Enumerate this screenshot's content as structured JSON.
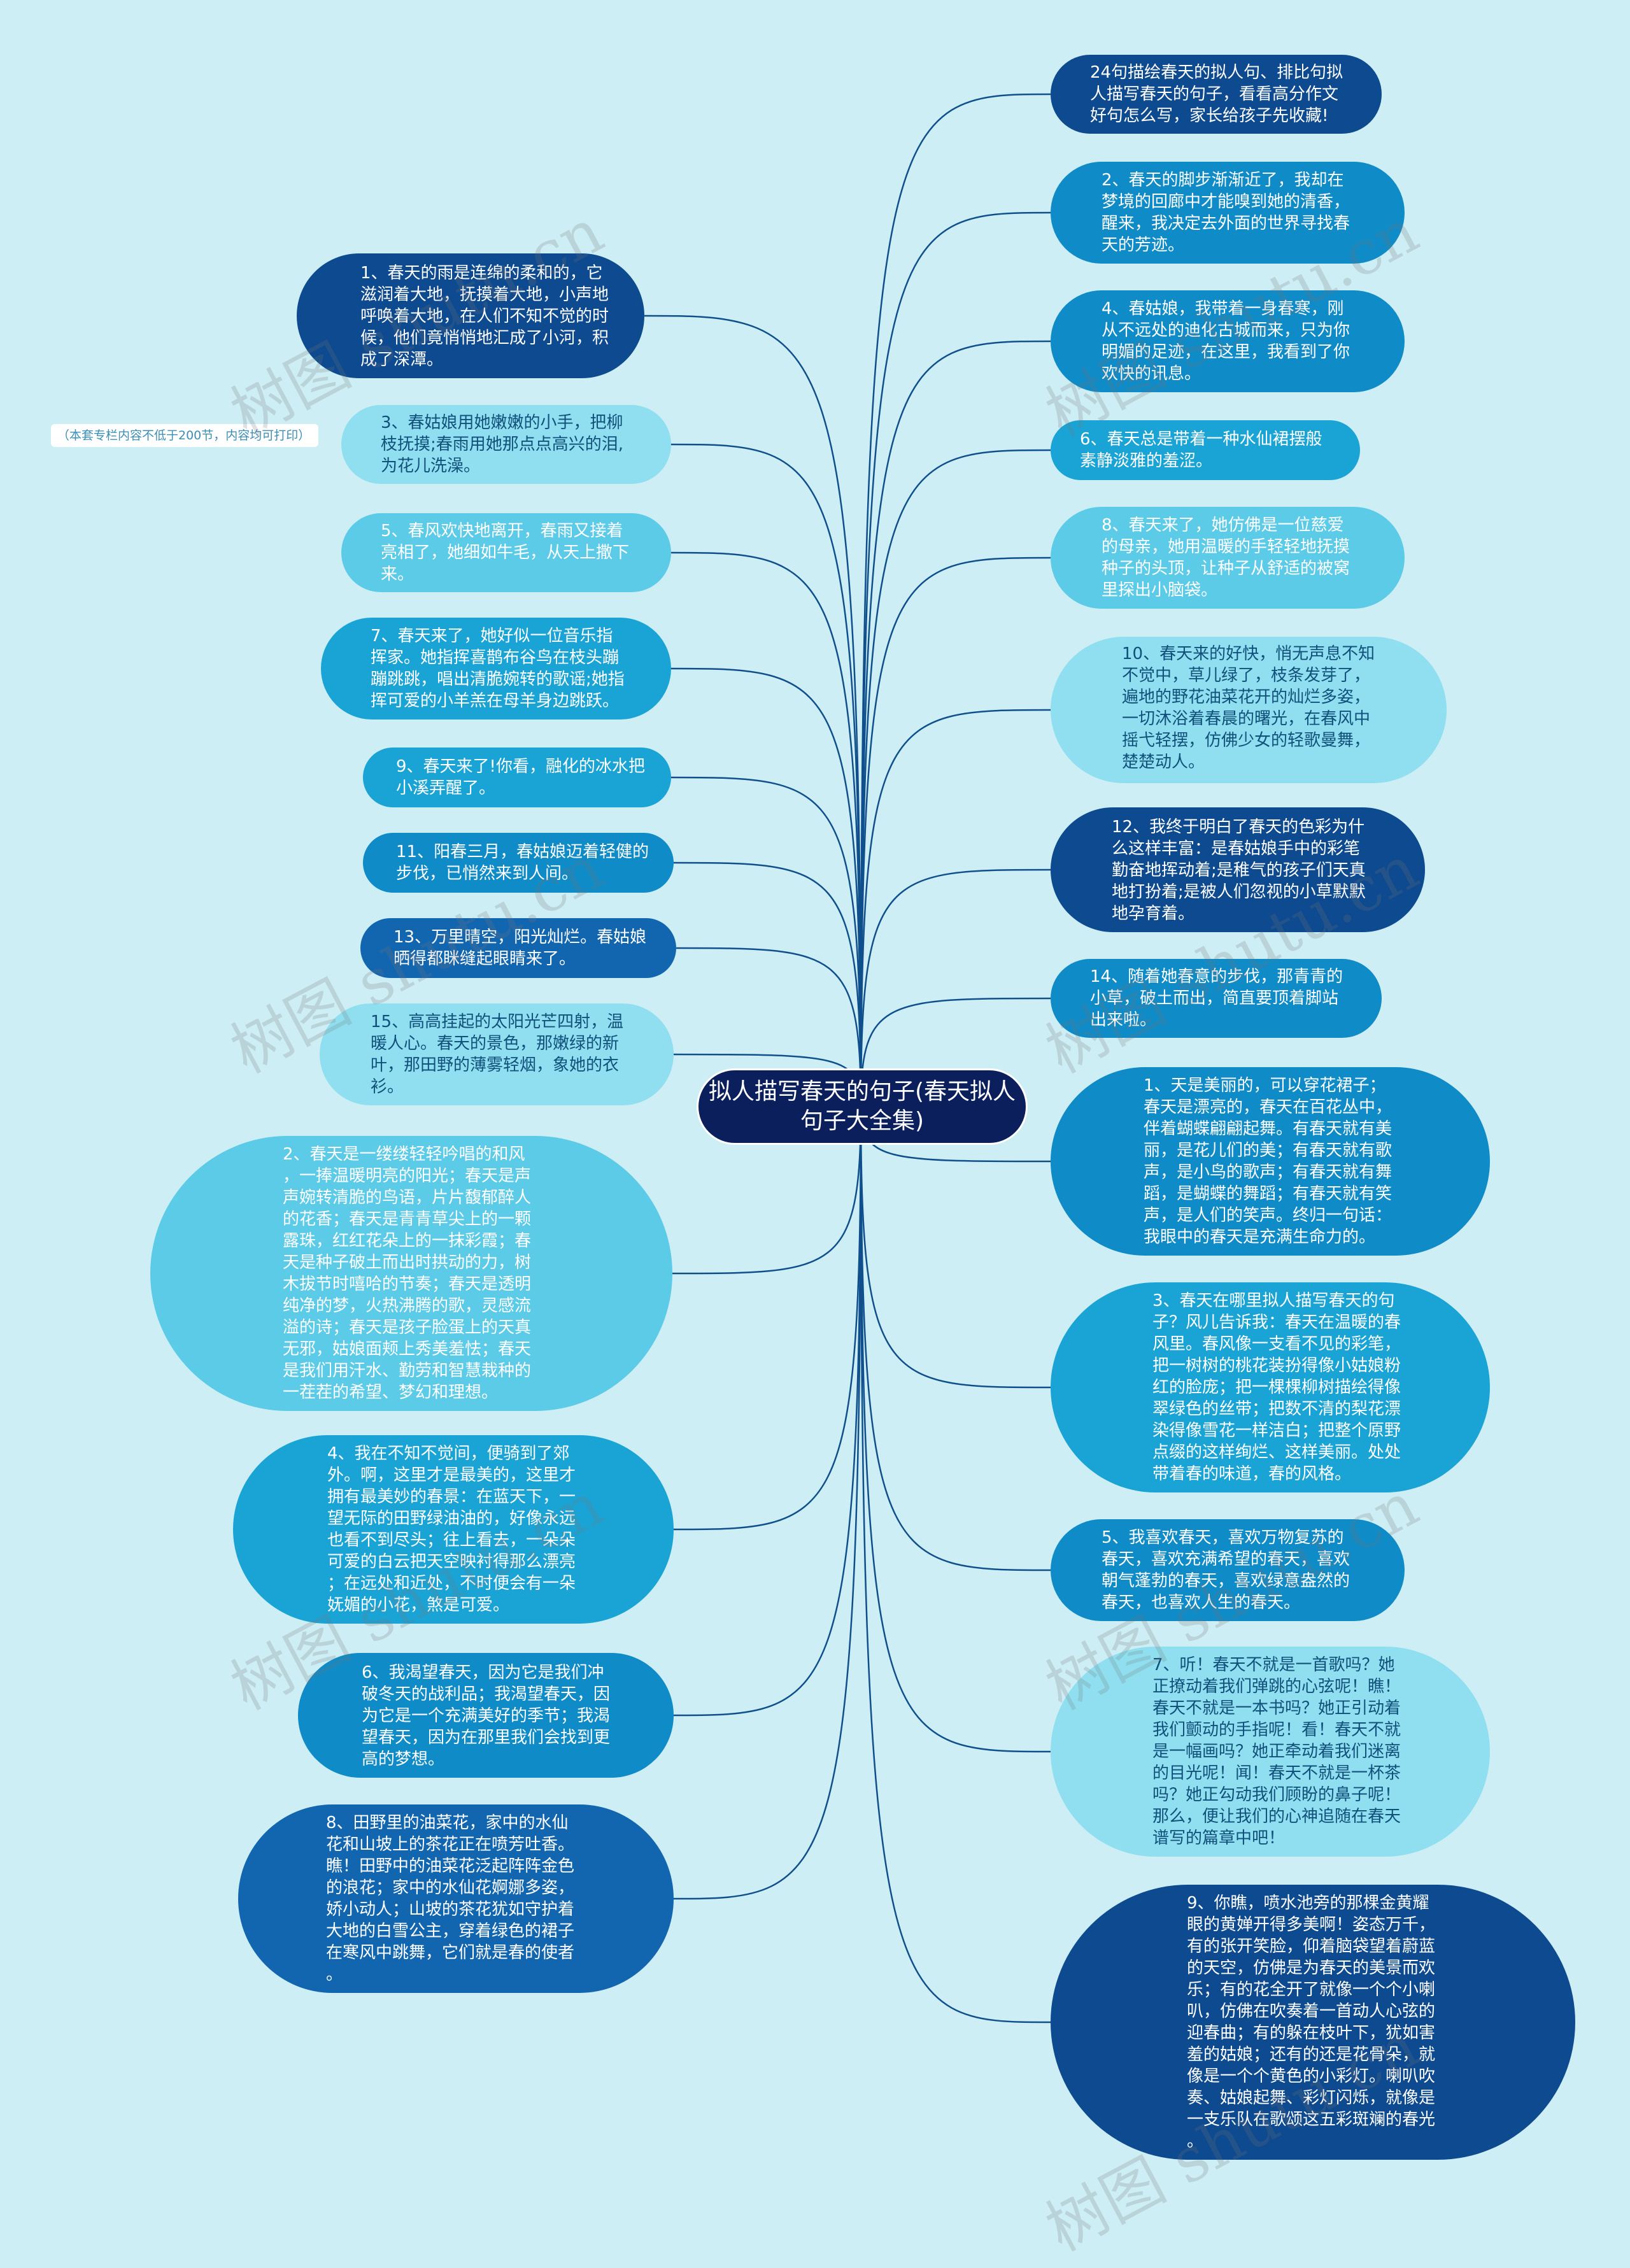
{
  "center": "拟人描写春天的句子(春天拟人句子大全集)",
  "note": "（本套专栏内容不低于200节，内容均可打印）",
  "watermark": "树图 shutu.cn",
  "colors": {
    "edge": "#0f4f8c",
    "center": "#0a1f5c"
  },
  "left_nodes": [
    {
      "text": "1、春天的雨是连绵的柔和的，它\n滋润着大地，抚摸着大地，小声地\n呼唤着大地，在人们不知不觉的时\n候，他们竟悄悄地汇成了小河，积\n成了深潭。"
    },
    {
      "text": "3、春姑娘用她嫩嫩的小手，把柳\n枝抚摸;春雨用她那点点高兴的泪,\n为花儿洗澡。"
    },
    {
      "text": "5、春风欢快地离开，春雨又接着\n亮相了，她细如牛毛，从天上撒下\n来。"
    },
    {
      "text": "7、春天来了，她好似一位音乐指\n挥家。她指挥喜鹊布谷鸟在枝头蹦\n蹦跳跳，唱出清脆婉转的歌谣;她指\n挥可爱的小羊羔在母羊身边跳跃。"
    },
    {
      "text": "9、春天来了!你看，融化的冰水把\n小溪弄醒了。"
    },
    {
      "text": "11、阳春三月，春姑娘迈着轻健的\n步伐，已悄然来到人间。"
    },
    {
      "text": "13、万里晴空，阳光灿烂。春姑娘\n晒得都眯缝起眼睛来了。"
    },
    {
      "text": "15、高高挂起的太阳光芒四射，温\n暖人心。春天的景色，那嫩绿的新\n叶，那田野的薄雾轻烟，象她的衣\n衫。"
    },
    {
      "text": "2、春天是一缕缕轻轻吟唱的和风\n，一捧温暖明亮的阳光；春天是声\n声婉转清脆的鸟语，片片馥郁醉人\n的花香；春天是青青草尖上的一颗\n露珠，红红花朵上的一抹彩霞；春\n天是种子破土而出时拱动的力，树\n木拔节时嘻哈的节奏；春天是透明\n纯净的梦，火热沸腾的歌，灵感流\n溢的诗；春天是孩子脸蛋上的天真\n无邪，姑娘面颊上秀美羞怯；春天\n是我们用汗水、勤劳和智慧栽种的\n一茬茬的希望、梦幻和理想。"
    },
    {
      "text": "4、我在不知不觉间，便骑到了郊\n外。啊，这里才是最美的，这里才\n拥有最美妙的春景：在蓝天下，一\n望无际的田野绿油油的，好像永远\n也看不到尽头；往上看去，一朵朵\n可爱的白云把天空映衬得那么漂亮\n；在远处和近处，不时便会有一朵\n妩媚的小花，煞是可爱。"
    },
    {
      "text": "6、我渴望春天，因为它是我们冲\n破冬天的战利品；我渴望春天，因\n为它是一个充满美好的季节；我渴\n望春天，因为在那里我们会找到更\n高的梦想。"
    },
    {
      "text": "8、田野里的油菜花，家中的水仙\n花和山坡上的茶花正在喷芳吐香。\n瞧！田野中的油菜花泛起阵阵金色\n的浪花；家中的水仙花婀娜多姿，\n娇小动人；山坡的茶花犹如守护着\n大地的白雪公主，穿着绿色的裙子\n在寒风中跳舞，它们就是春的使者\n。"
    }
  ],
  "right_nodes": [
    {
      "text": "24句描绘春天的拟人句、排比句拟\n人描写春天的句子，看看高分作文\n好句怎么写，家长给孩子先收藏!"
    },
    {
      "text": "2、春天的脚步渐渐近了，我却在\n梦境的回廊中才能嗅到她的清香，\n醒来，我决定去外面的世界寻找春\n天的芳迹。"
    },
    {
      "text": "4、春姑娘，我带着一身春寒，刚\n从不远处的迪化古城而来，只为你\n明媚的足迹，在这里，我看到了你\n欢快的讯息。"
    },
    {
      "text": "6、春天总是带着一种水仙裙摆般\n素静淡雅的羞涩。"
    },
    {
      "text": "8、春天来了，她仿佛是一位慈爱\n的母亲，她用温暖的手轻轻地抚摸\n种子的头顶，让种子从舒适的被窝\n里探出小脑袋。"
    },
    {
      "text": "10、春天来的好快，悄无声息不知\n不觉中，草儿绿了，枝条发芽了，\n遍地的野花油菜花开的灿烂多姿，\n一切沐浴着春晨的曙光，在春风中\n摇弋轻摆，仿佛少女的轻歌曼舞，\n楚楚动人。"
    },
    {
      "text": "12、我终于明白了春天的色彩为什\n么这样丰富：是春姑娘手中的彩笔\n勤奋地挥动着;是稚气的孩子们天真\n地打扮着;是被人们忽视的小草默默\n地孕育着。"
    },
    {
      "text": "14、随着她春意的步伐，那青青的\n小草，破土而出，简直要顶着脚站\n出来啦。"
    },
    {
      "text": "1、天是美丽的，可以穿花裙子；\n春天是漂亮的，春天在百花丛中，\n伴着蝴蝶翩翩起舞。有春天就有美\n丽，是花儿们的美；有春天就有歌\n声，是小鸟的歌声；有春天就有舞\n蹈，是蝴蝶的舞蹈；有春天就有笑\n声，是人们的笑声。终归一句话：\n我眼中的春天是充满生命力的。"
    },
    {
      "text": "3、春天在哪里拟人描写春天的句\n子？风儿告诉我：春天在温暖的春\n风里。春风像一支看不见的彩笔，\n把一树树的桃花装扮得像小姑娘粉\n红的脸庞；把一棵棵柳树描绘得像\n翠绿色的丝带；把数不清的梨花漂\n染得像雪花一样洁白；把整个原野\n点缀的这样绚烂、这样美丽。处处\n带着春的味道，春的风格。"
    },
    {
      "text": "5、我喜欢春天，喜欢万物复苏的\n春天，喜欢充满希望的春天，喜欢\n朝气蓬勃的春天，喜欢绿意盎然的\n春天，也喜欢人生的春天。"
    },
    {
      "text": "7、听！春天不就是一首歌吗？她\n正撩动着我们弹跳的心弦呢！瞧！\n春天不就是一本书吗？她正引动着\n我们颤动的手指呢！看！春天不就\n是一幅画吗？她正牵动着我们迷离\n的目光呢！闻！春天不就是一杯茶\n吗？她正勾动我们顾盼的鼻子呢！\n那么，便让我们的心神追随在春天\n谱写的篇章中吧！"
    },
    {
      "text": "9、你瞧，喷水池旁的那棵金黄耀\n眼的黄婵开得多美啊！姿态万千，\n有的张开笑脸，仰着脑袋望着蔚蓝\n的天空，仿佛是为春天的美景而欢\n乐；有的花全开了就像一个个小喇\n叭，仿佛在吹奏着一首动人心弦的\n迎春曲；有的躲在枝叶下，犹如害\n羞的姑娘；还有的还是花骨朵，就\n像是一个个黄色的小彩灯。喇叭吹\n奏、姑娘起舞、彩灯闪烁，就像是\n一支乐队在歌颂这五彩斑斓的春光\n。"
    }
  ]
}
